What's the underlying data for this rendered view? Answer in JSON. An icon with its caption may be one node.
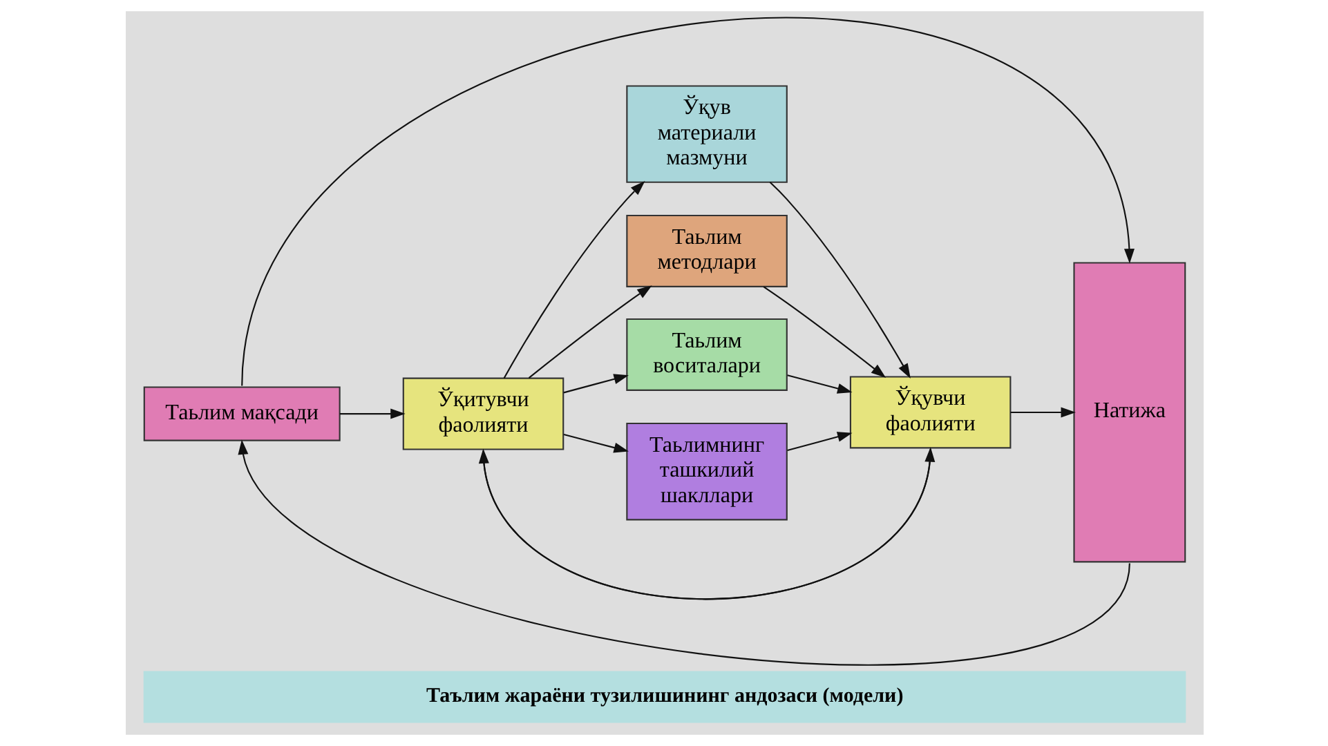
{
  "diagram": {
    "caption": "Таълим жараёни тузилишининг андозаси (модели)",
    "nodes": [
      {
        "text": [
          "Таьлим мақсади"
        ]
      },
      {
        "text": [
          "Ўқитувчи фаолияти"
        ]
      },
      {
        "text": [
          "Ўқув материали мазмуни"
        ]
      },
      {
        "text": [
          "Таьлим методлари"
        ]
      },
      {
        "text": [
          "Таьлим воситалари"
        ]
      },
      {
        "text": [
          "Таьлимнинг ташкилий шакллари"
        ]
      },
      {
        "text": [
          "Ўқувчи фаолияти"
        ]
      },
      {
        "text": [
          "Натижа"
        ]
      }
    ],
    "edges": [
      {
        "from": 0,
        "to": 1,
        "arrow": "to"
      },
      {
        "from": 1,
        "to": 2,
        "arrow": "to"
      },
      {
        "from": 1,
        "to": 3,
        "arrow": "to"
      },
      {
        "from": 1,
        "to": 4,
        "arrow": "to"
      },
      {
        "from": 1,
        "to": 5,
        "arrow": "to"
      },
      {
        "from": 2,
        "to": 6,
        "arrow": "to"
      },
      {
        "from": 3,
        "to": 6,
        "arrow": "to"
      },
      {
        "from": 4,
        "to": 6,
        "arrow": "to"
      },
      {
        "from": 5,
        "to": 6,
        "arrow": "to"
      },
      {
        "from": 6,
        "to": 7,
        "arrow": "to"
      },
      {
        "from": 0,
        "to": 7,
        "arrow": "to"
      },
      {
        "from": 7,
        "to": 0,
        "arrow": "to"
      },
      {
        "from": 1,
        "to": 6,
        "arrow": "to"
      },
      {
        "from": 6,
        "to": 1,
        "arrow": "to"
      }
    ]
  }
}
